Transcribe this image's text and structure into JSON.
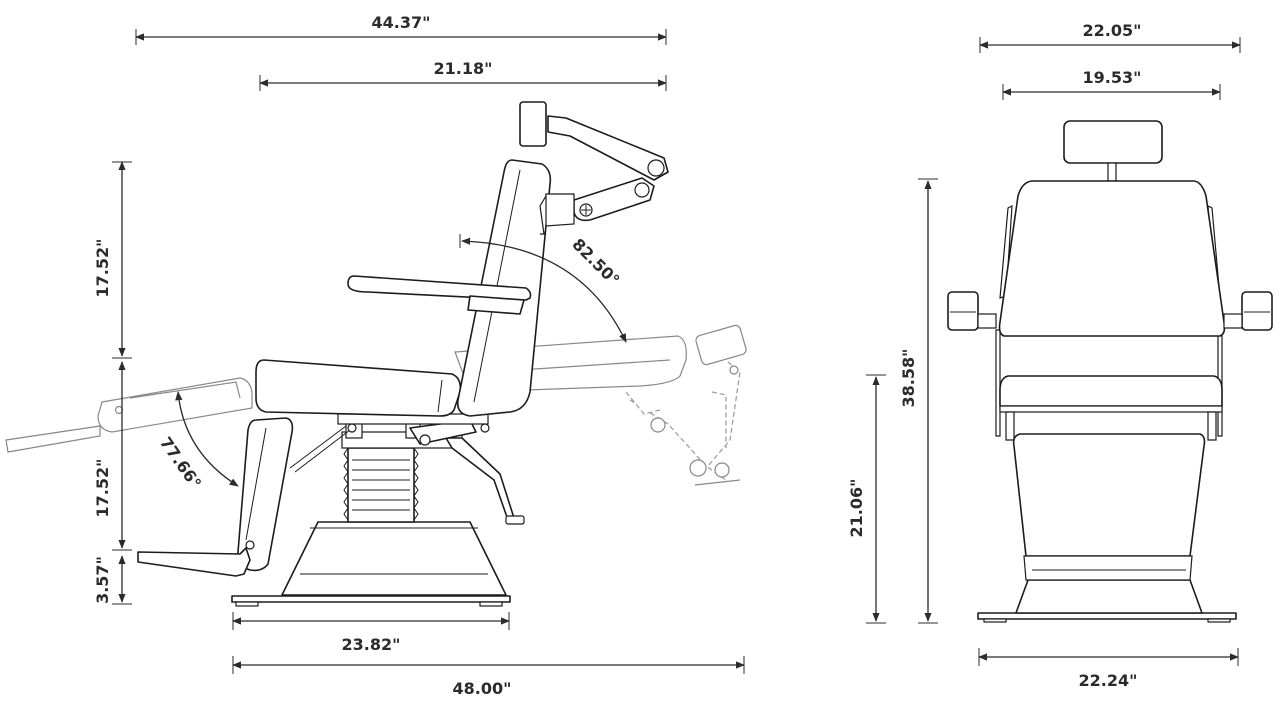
{
  "side_view": {
    "dims": {
      "overall_top": "44.37\"",
      "upper_top": "21.18\"",
      "back_height": "17.52\"",
      "leg_height": "17.52\"",
      "foot_height": "3.57\"",
      "base_width": "23.82\"",
      "overall_bottom": "48.00\""
    },
    "angles": {
      "back_recline": "82.50°",
      "leg_rest": "77.66°"
    }
  },
  "front_view": {
    "dims": {
      "top_width": "22.05\"",
      "seat_width": "19.53\"",
      "overall_height": "38.58\"",
      "seat_height": "21.06\"",
      "base_width": "22.24\""
    }
  }
}
